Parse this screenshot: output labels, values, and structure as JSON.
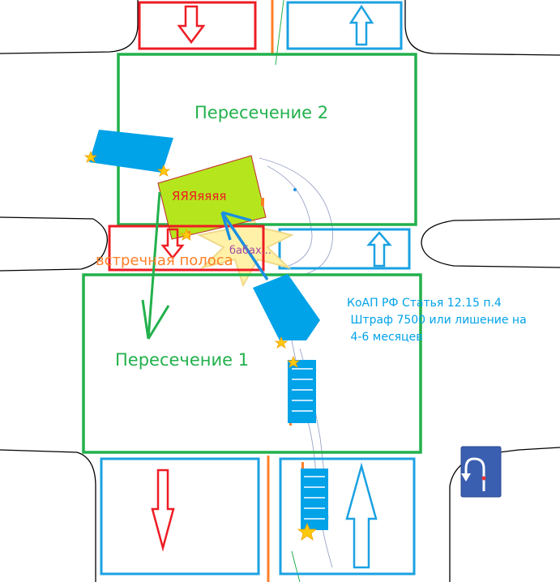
{
  "labels": {
    "intersection_2": "Пересечение 2",
    "intersection_1": "Пересечение 1",
    "oncoming_lane": "встречная полоса",
    "my_car": "ЯЯЯяяяя",
    "crash": "бабах...",
    "law_line1": "КоАП РФ Статья 12.15 п.4",
    "law_line2": " Штраф 7500 или лишение на",
    "law_line3": " 4-6 месяцев"
  },
  "colors": {
    "intersection_frame": "#22b14c",
    "outgoing_lane": "#ed1c24",
    "incoming_lane": "#1ba1e2",
    "divider": "#ff7f27",
    "my_car_fill": "#b5e61d",
    "other_car_fill": "#00a2e8",
    "crash_star": "#fff2a8"
  },
  "icons": [
    "arrow-down-icon",
    "arrow-up-icon",
    "u-turn-sign-icon",
    "star-icon"
  ]
}
